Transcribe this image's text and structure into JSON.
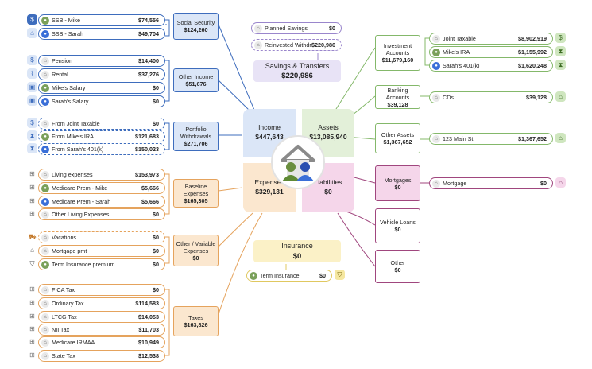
{
  "center": {
    "income": {
      "label": "Income",
      "amount": "$447,643"
    },
    "assets": {
      "label": "Assets",
      "amount": "$13,085,940"
    },
    "expenses": {
      "label": "Expenses",
      "amount": "$329,131"
    },
    "liabilities": {
      "label": "Liabilities",
      "amount": "$0"
    }
  },
  "savings": {
    "title": "Savings & Transfers",
    "amount": "$220,986",
    "items": [
      {
        "label": "Planned Savings",
        "value": "$0"
      },
      {
        "label": "Reinvested Withdr...",
        "value": "$220,986"
      }
    ]
  },
  "insurance": {
    "title": "Insurance",
    "amount": "$0",
    "items": [
      {
        "label": "Term Insurance",
        "value": "$0"
      }
    ]
  },
  "income_groups": {
    "social_security": {
      "label": "Social Security",
      "amount": "$124,260",
      "items": [
        {
          "label": "SSB - Mike",
          "value": "$74,556"
        },
        {
          "label": "SSB - Sarah",
          "value": "$49,704"
        }
      ]
    },
    "other_income": {
      "label": "Other Income",
      "amount": "$51,676",
      "items": [
        {
          "label": "Pension",
          "value": "$14,400"
        },
        {
          "label": "Rental",
          "value": "$37,276"
        },
        {
          "label": "Mike's Salary",
          "value": "$0"
        },
        {
          "label": "Sarah's Salary",
          "value": "$0"
        }
      ]
    },
    "portfolio": {
      "label": "Portfolio Withdrawals",
      "amount": "$271,706",
      "items": [
        {
          "label": "From Joint Taxable",
          "value": "$0"
        },
        {
          "label": "From Mike's IRA",
          "value": "$121,683"
        },
        {
          "label": "From Sarah's 401(k)",
          "value": "$150,023"
        }
      ]
    }
  },
  "expense_groups": {
    "baseline": {
      "label": "Baseline Expenses",
      "amount": "$165,305",
      "items": [
        {
          "label": "Living expenses",
          "value": "$153,973"
        },
        {
          "label": "Medicare Prem - Mike",
          "value": "$5,666"
        },
        {
          "label": "Medicare Prem - Sarah",
          "value": "$5,666"
        },
        {
          "label": "Other Living Expenses",
          "value": "$0"
        }
      ]
    },
    "other": {
      "label": "Other / Variable Expenses",
      "amount": "$0",
      "items": [
        {
          "label": "Vacations",
          "value": "$0"
        },
        {
          "label": "Mortgage pmt",
          "value": "$0"
        },
        {
          "label": "Term Insurance premium",
          "value": "$0"
        }
      ]
    },
    "taxes": {
      "label": "Taxes",
      "amount": "$163,826",
      "items": [
        {
          "label": "FICA Tax",
          "value": "$0"
        },
        {
          "label": "Ordinary Tax",
          "value": "$114,583"
        },
        {
          "label": "LTCG Tax",
          "value": "$14,053"
        },
        {
          "label": "NII Tax",
          "value": "$11,703"
        },
        {
          "label": "Medicare IRMAA",
          "value": "$10,949"
        },
        {
          "label": "State Tax",
          "value": "$12,538"
        }
      ]
    }
  },
  "asset_groups": {
    "investment": {
      "label": "Investment Accounts",
      "amount": "$11,679,160",
      "items": [
        {
          "label": "Joint Taxable",
          "value": "$8,902,919"
        },
        {
          "label": "Mike's IRA",
          "value": "$1,155,992"
        },
        {
          "label": "Sarah's 401(k)",
          "value": "$1,620,248"
        }
      ]
    },
    "banking": {
      "label": "Banking Accounts",
      "amount": "$39,128",
      "items": [
        {
          "label": "CDs",
          "value": "$39,128"
        }
      ]
    },
    "other": {
      "label": "Other Assets",
      "amount": "$1,367,652",
      "items": [
        {
          "label": "123 Main St",
          "value": "$1,367,652"
        }
      ]
    }
  },
  "liability_groups": {
    "mortgages": {
      "label": "Mortgages",
      "amount": "$0",
      "items": [
        {
          "label": "Mortgage",
          "value": "$0"
        }
      ]
    },
    "vehicle": {
      "label": "Vehicle Loans",
      "amount": "$0"
    },
    "other": {
      "label": "Other",
      "amount": "$0"
    }
  },
  "colors": {
    "blue": "#3e6dbd",
    "orange": "#e5a35d",
    "green": "#84b86a",
    "purple": "#a0467e"
  }
}
